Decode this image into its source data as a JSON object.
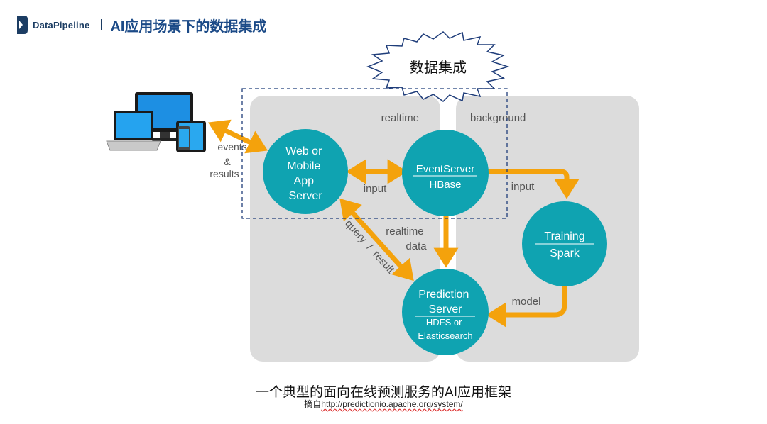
{
  "header": {
    "brand": "DataPipeline",
    "title": "AI应用场景下的数据集成"
  },
  "diagram": {
    "burst_label": "数据集成",
    "panels": {
      "realtime": "realtime",
      "background": "background"
    },
    "nodes": {
      "web_server": [
        "Web or",
        "Mobile",
        "App",
        "Server"
      ],
      "event_server": {
        "top": "EventServer",
        "bottom": "HBase"
      },
      "training": {
        "top": "Training",
        "bottom": "Spark"
      },
      "prediction": {
        "top": [
          "Prediction",
          "Server"
        ],
        "bottom": [
          "HDFS or",
          "Elasticsearch"
        ]
      }
    },
    "edges": {
      "events": [
        "events",
        "&",
        "results"
      ],
      "input_left": "input",
      "input_right": "input",
      "realtime_data": [
        "realtime",
        "data"
      ],
      "query": "query  /  result",
      "model": "model"
    },
    "colors": {
      "node": "#0fa3b1",
      "arrow": "#f4a20c",
      "panel": "#dcdcdc",
      "dashed_box": "#1f3d7a"
    }
  },
  "caption": {
    "main": "一个典型的面向在线预测服务的AI应用框架",
    "sub_prefix": "摘自",
    "sub_link": "http://predictionio.apache.org/system/"
  }
}
